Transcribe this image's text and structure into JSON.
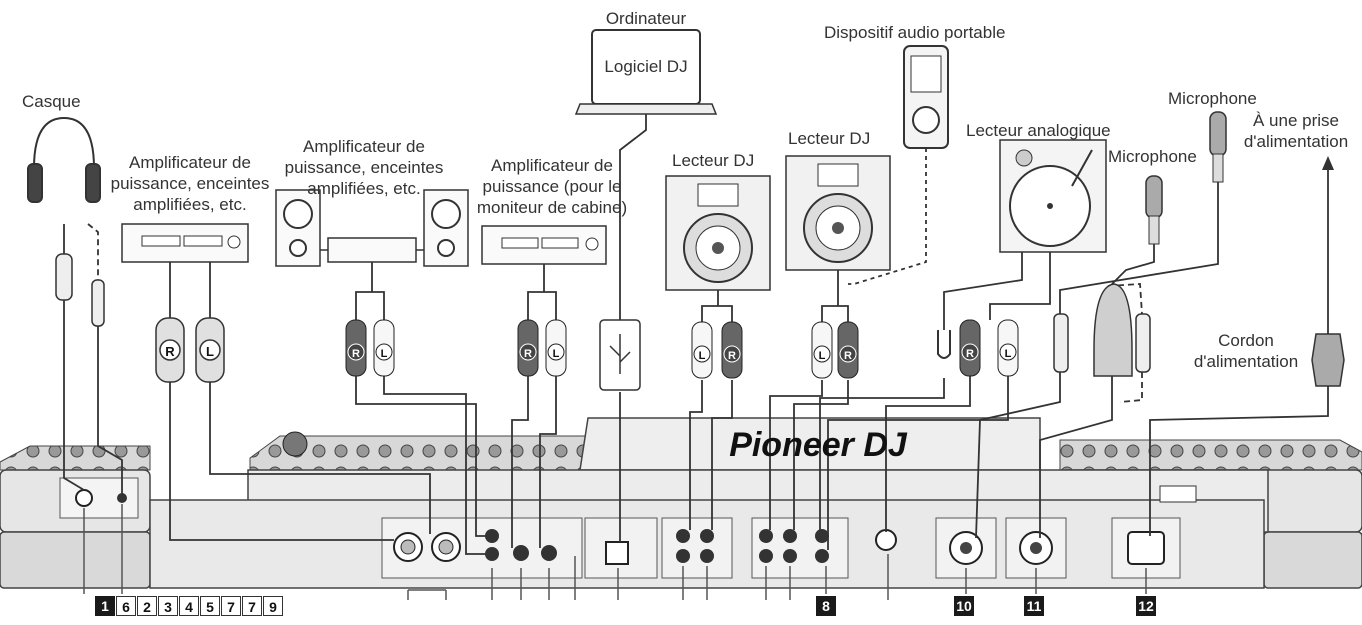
{
  "labels": {
    "headphones": "Casque",
    "amp_master": "Amplificateur de puissance, enceintes amplifiées, etc.",
    "amp_booth_speakers": "Amplificateur de puissance, enceintes amplifiées, etc.",
    "amp_booth_monitor": "Amplificateur de puissance (pour le moniteur de cabine)",
    "computer": "Ordinateur",
    "computer_screen": "Logiciel DJ",
    "dj_player_1": "Lecteur DJ",
    "dj_player_2": "Lecteur DJ",
    "portable_audio": "Dispositif audio portable",
    "analog_player": "Lecteur analogique",
    "microphone_1": "Microphone",
    "microphone_2": "Microphone",
    "power_outlet": "À une prise d'alimentation",
    "power_cord": "Cordon d'alimentation",
    "brand": "Pioneer DJ"
  },
  "plug_letters": {
    "right": "R",
    "left": "L"
  },
  "callouts": [
    "1",
    "6",
    "2",
    "3",
    "4",
    "5",
    "7",
    "7",
    "9",
    "8",
    "10",
    "11",
    "12"
  ],
  "colors": {
    "line": "#333333",
    "panel": "#e9e9e9",
    "dark": "#1a1a1a"
  }
}
